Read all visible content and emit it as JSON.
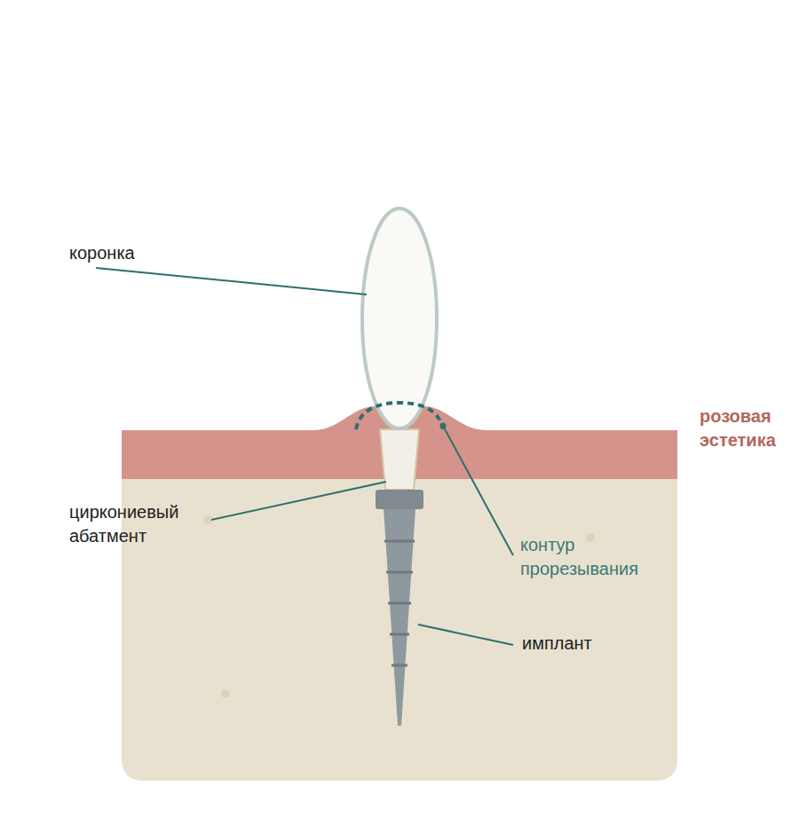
{
  "diagram": {
    "labels": [
      "коронка",
      "розовая эстетика",
      "циркониевый абатмент",
      "контур прорезывания",
      "имплант"
    ]
  }
}
